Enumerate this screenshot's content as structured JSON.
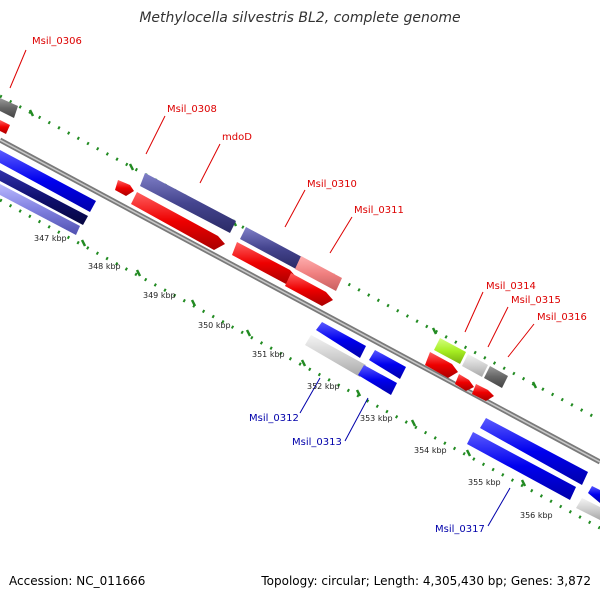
{
  "title": "Methylocella silvestris BL2, complete genome",
  "footer": {
    "accession": "Accession: NC_011666",
    "topology": "Topology: circular; Length: 4,305,430 bp; Genes: 3,872"
  },
  "colors": {
    "forward_label": "#dd0000",
    "reverse_label": "#0000aa",
    "backbone": "#888888",
    "tick_dots": "#228b22",
    "cds_red": "#ee1111",
    "cds_blue": "#1111dd",
    "cds_indigo": "#4a4a9a",
    "cds_grey": "#cfcfcf",
    "cds_dark": "#666666",
    "cds_pink": "#f08080",
    "cds_green": "#a6ee22"
  },
  "ticks": [
    "347 kbp",
    "348 kbp",
    "349 kbp",
    "350 kbp",
    "351 kbp",
    "352 kbp",
    "353 kbp",
    "354 kbp",
    "355 kbp",
    "356 kbp"
  ],
  "gene_labels_top": [
    "Msil_0306",
    "Msil_0308",
    "mdoD",
    "Msil_0310",
    "Msil_0311",
    "Msil_0314",
    "Msil_0315",
    "Msil_0316"
  ],
  "gene_labels_bottom": [
    "Msil_0312",
    "Msil_0313",
    "Msil_0317"
  ]
}
